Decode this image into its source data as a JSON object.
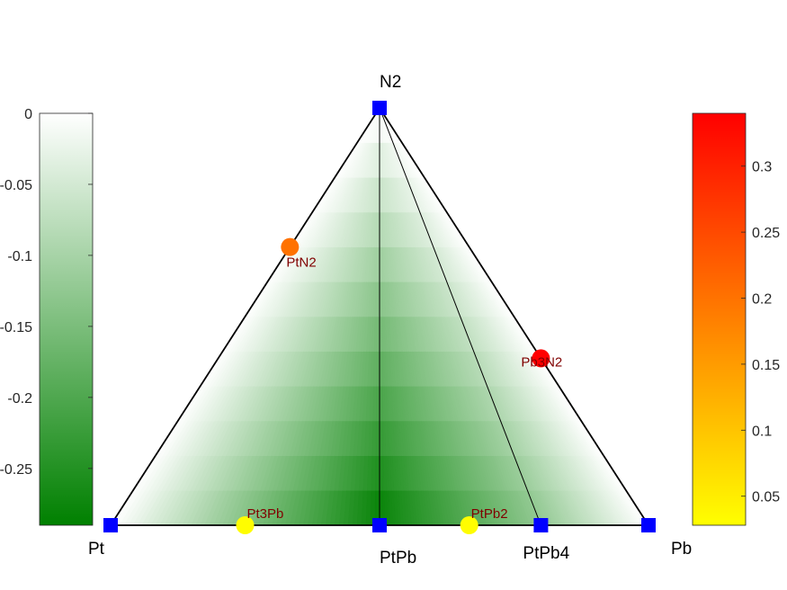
{
  "chart_data": {
    "type": "ternary-phase-diagram",
    "corners": [
      "Pt",
      "Pb",
      "N2"
    ],
    "stable_phases": [
      {
        "label": "Pt",
        "pb_fraction": 0.0,
        "n2_fraction": 0.0
      },
      {
        "label": "Pb",
        "pb_fraction": 1.0,
        "n2_fraction": 0.0
      },
      {
        "label": "N2",
        "pb_fraction": 0.0,
        "n2_fraction": 1.0
      },
      {
        "label": "PtPb",
        "pb_fraction": 0.5,
        "n2_fraction": 0.0
      },
      {
        "label": "PtPb4",
        "pb_fraction": 0.8,
        "n2_fraction": 0.0
      }
    ],
    "hull_edges": [
      [
        "Pt",
        "Pb"
      ],
      [
        "Pt",
        "N2"
      ],
      [
        "Pb",
        "N2"
      ],
      [
        "PtPb",
        "N2"
      ],
      [
        "PtPb4",
        "N2"
      ]
    ],
    "hull_vertex_energies": {
      "Pt": 0,
      "Pb": 0,
      "N2": 0,
      "PtPb": -0.29,
      "PtPb4": -0.13
    },
    "unstable_phases": [
      {
        "label": "Pt3Pb",
        "pb_fraction": 0.25,
        "n2_fraction": 0.0,
        "e_above_hull": 0.03
      },
      {
        "label": "PtPb2",
        "pb_fraction": 0.6667,
        "n2_fraction": 0.0,
        "e_above_hull": 0.03
      },
      {
        "label": "PtN2",
        "pb_fraction": 0.0,
        "n2_fraction": 0.6667,
        "e_above_hull": 0.2
      },
      {
        "label": "Pb3N2",
        "pb_fraction": 0.6,
        "n2_fraction": 0.4,
        "e_above_hull": 0.34
      }
    ],
    "formation_energy_colorbar": {
      "range": [
        -0.29,
        0
      ],
      "ticks": [
        "0",
        "-0.05",
        "-0.1",
        "-0.15",
        "-0.2",
        "-0.25"
      ],
      "tick_values": [
        0,
        -0.05,
        -0.1,
        -0.15,
        -0.2,
        -0.25
      ],
      "colors": [
        "#008000",
        "#ffffff"
      ]
    },
    "e_above_hull_colorbar": {
      "range": [
        0.028,
        0.34
      ],
      "ticks": [
        "0.05",
        "0.1",
        "0.15",
        "0.2",
        "0.25",
        "0.3"
      ],
      "tick_values": [
        0.05,
        0.1,
        0.15,
        0.2,
        0.25,
        0.3
      ],
      "colors": [
        "#ffff00",
        "#ff0000"
      ]
    },
    "stable_marker_color": "#0000ff"
  }
}
